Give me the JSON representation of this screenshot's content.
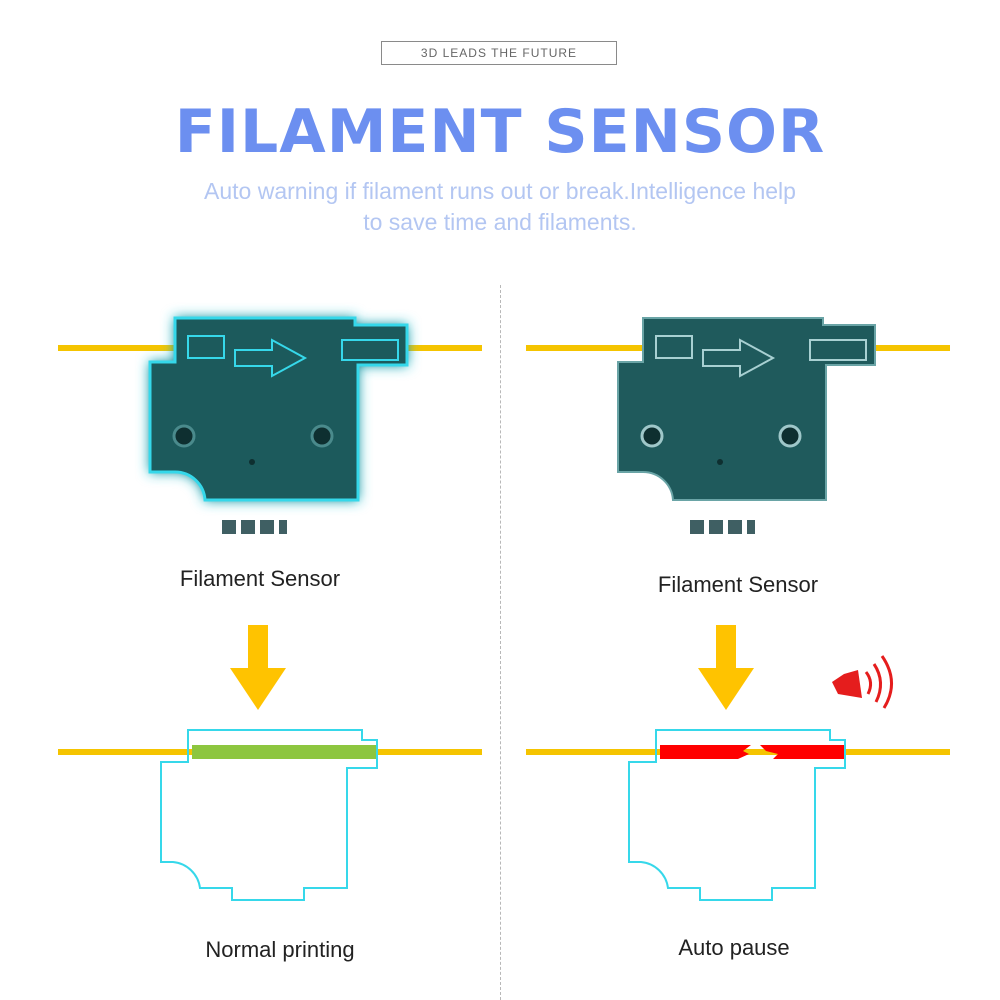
{
  "header": {
    "tagline": "3D LEADS THE FUTURE",
    "title": "FILAMENT SENSOR",
    "subtitle_line1": "Auto warning if filament runs out or break.Intelligence help",
    "subtitle_line2": "to save time and filaments."
  },
  "left_panel": {
    "sensor_label": "Filament Sensor",
    "state_label": "Normal printing"
  },
  "right_panel": {
    "sensor_label": "Filament Sensor",
    "state_label": "Auto pause"
  },
  "colors": {
    "title": "#6c8ff0",
    "filament": "#f5c400",
    "arrow": "#ffc300",
    "sensor_body": "#1f5a5c",
    "outline": "#36d8ea",
    "normal_filament": "#8dc63f",
    "broken_filament": "#ff0000",
    "alarm_icon": "#e51d1d"
  }
}
